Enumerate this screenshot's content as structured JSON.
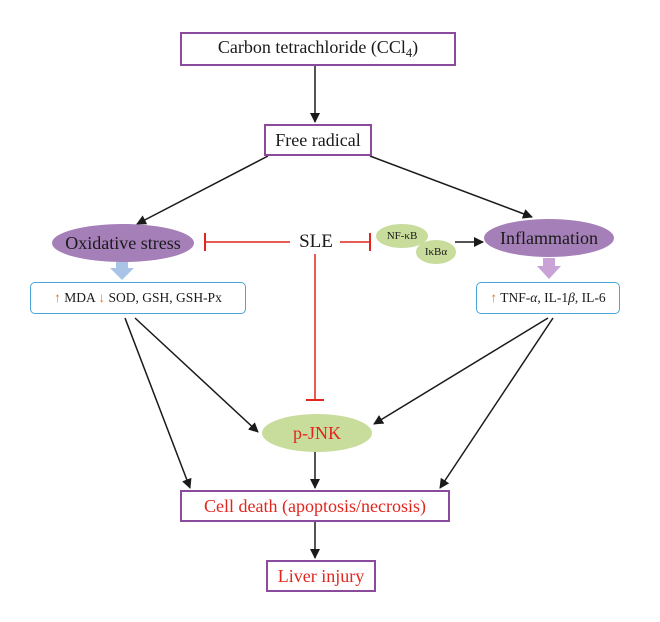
{
  "nodes": {
    "ccl4": {
      "text": "Carbon  tetrachloride (CCl",
      "sub": "4",
      "suffix": ")"
    },
    "free_radical": "Free radical",
    "oxidative_stress": "Oxidative stress",
    "inflammation": "Inflammation",
    "sle": "SLE",
    "nfkb": "NF-κB",
    "ikba": "IκBα",
    "oxidative_markers": {
      "up": "↑",
      "up_text": " MDA ",
      "down": "↓",
      "down_text": " SOD, GSH, GSH-Px"
    },
    "inflammation_markers": {
      "up": "↑",
      "text_a": " TNF-",
      "alpha": "α",
      "text_b": ", IL-1",
      "beta": "β",
      "text_c": ", IL-6"
    },
    "pjnk": "p-JNK",
    "cell_death": "Cell death (apoptosis/necrosis)",
    "liver_injury": "Liver injury"
  },
  "colors": {
    "purple_border": "#8b4a9c",
    "blue_border": "#4aa6d8",
    "ellipse_purple": "#a57fb8",
    "ellipse_green": "#c8dc9c",
    "inhibit_red": "#e0261e",
    "marker_orange": "#e8771e",
    "arrow_down_fill": "#a9c4e6",
    "arrow_down_fill_right": "#c9a3d6"
  },
  "edges": [
    {
      "from": "ccl4",
      "to": "free_radical",
      "type": "activate"
    },
    {
      "from": "free_radical",
      "to": "oxidative_stress",
      "type": "activate"
    },
    {
      "from": "free_radical",
      "to": "inflammation",
      "type": "activate"
    },
    {
      "from": "sle",
      "to": "oxidative_stress",
      "type": "inhibit"
    },
    {
      "from": "sle",
      "to": "nfkb",
      "type": "inhibit"
    },
    {
      "from": "sle",
      "to": "pjnk",
      "type": "inhibit"
    },
    {
      "from": "ikba",
      "to": "inflammation",
      "type": "activate"
    },
    {
      "from": "oxidative_stress",
      "to": "oxidative_markers",
      "type": "block-arrow"
    },
    {
      "from": "inflammation",
      "to": "inflammation_markers",
      "type": "block-arrow"
    },
    {
      "from": "oxidative_markers",
      "to": "pjnk",
      "type": "activate"
    },
    {
      "from": "oxidative_markers",
      "to": "cell_death",
      "type": "activate"
    },
    {
      "from": "inflammation_markers",
      "to": "pjnk",
      "type": "activate"
    },
    {
      "from": "inflammation_markers",
      "to": "cell_death",
      "type": "activate"
    },
    {
      "from": "pjnk",
      "to": "cell_death",
      "type": "activate"
    },
    {
      "from": "cell_death",
      "to": "liver_injury",
      "type": "activate"
    }
  ]
}
